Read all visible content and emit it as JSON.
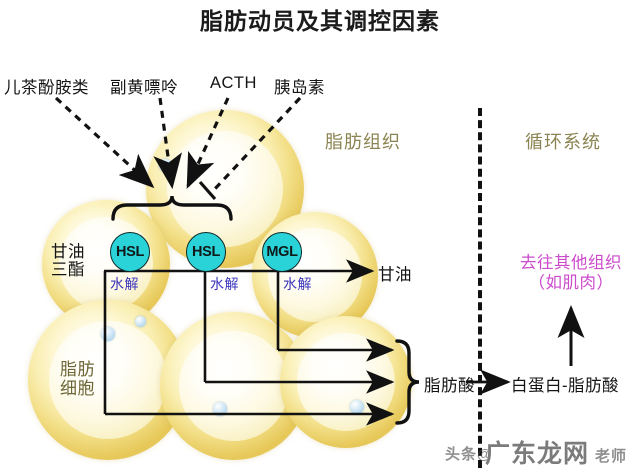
{
  "title": "脂肪动员及其调控因素",
  "hormones": [
    {
      "id": "catecholamines",
      "label": "儿茶酚胺类"
    },
    {
      "id": "paraxanthine",
      "label": "副黄嘌呤"
    },
    {
      "id": "acth",
      "label": "ACTH"
    },
    {
      "id": "insulin",
      "label": "胰岛素"
    }
  ],
  "regions": {
    "adipose": "脂肪组织",
    "circulation": "循环系统"
  },
  "substrate": {
    "line1": "甘油",
    "line2": "三酯"
  },
  "enzymes": [
    {
      "id": "hsl-1",
      "label": "HSL"
    },
    {
      "id": "hsl-2",
      "label": "HSL"
    },
    {
      "id": "mgl",
      "label": "MGL"
    }
  ],
  "hydrolysis_labels": [
    "水解",
    "水解",
    "水解"
  ],
  "cell_label": {
    "line1": "脂肪",
    "line2": "细胞"
  },
  "products": {
    "glycerol": "甘油",
    "fatty_acid": "脂肪酸",
    "albumin_fatty_acid": "白蛋白-脂肪酸"
  },
  "destination": {
    "line1": "去往其他组织",
    "line2": "（如肌肉）"
  },
  "watermark": {
    "prefix": "头条@",
    "brand": "广东龙网",
    "suffix": "老师"
  },
  "colors": {
    "enzyme_fill": "#2ad3d8",
    "region_text": "#8b8452",
    "hydrolysis_text": "#3a34bb",
    "destination_text": "#cc4acc",
    "cell_gold": "#e6c757",
    "line": "#111111"
  }
}
